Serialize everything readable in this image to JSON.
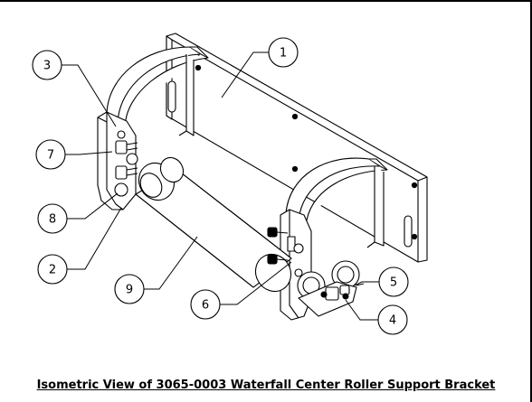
{
  "caption": "Isometric View of 3065-0003 Waterfall Center Roller Support Bracket",
  "callouts": [
    {
      "id": "1",
      "label": "1"
    },
    {
      "id": "2",
      "label": "2"
    },
    {
      "id": "3",
      "label": "3"
    },
    {
      "id": "4",
      "label": "4"
    },
    {
      "id": "5",
      "label": "5"
    },
    {
      "id": "6",
      "label": "6"
    },
    {
      "id": "7",
      "label": "7"
    },
    {
      "id": "8",
      "label": "8"
    },
    {
      "id": "9",
      "label": "9"
    }
  ]
}
